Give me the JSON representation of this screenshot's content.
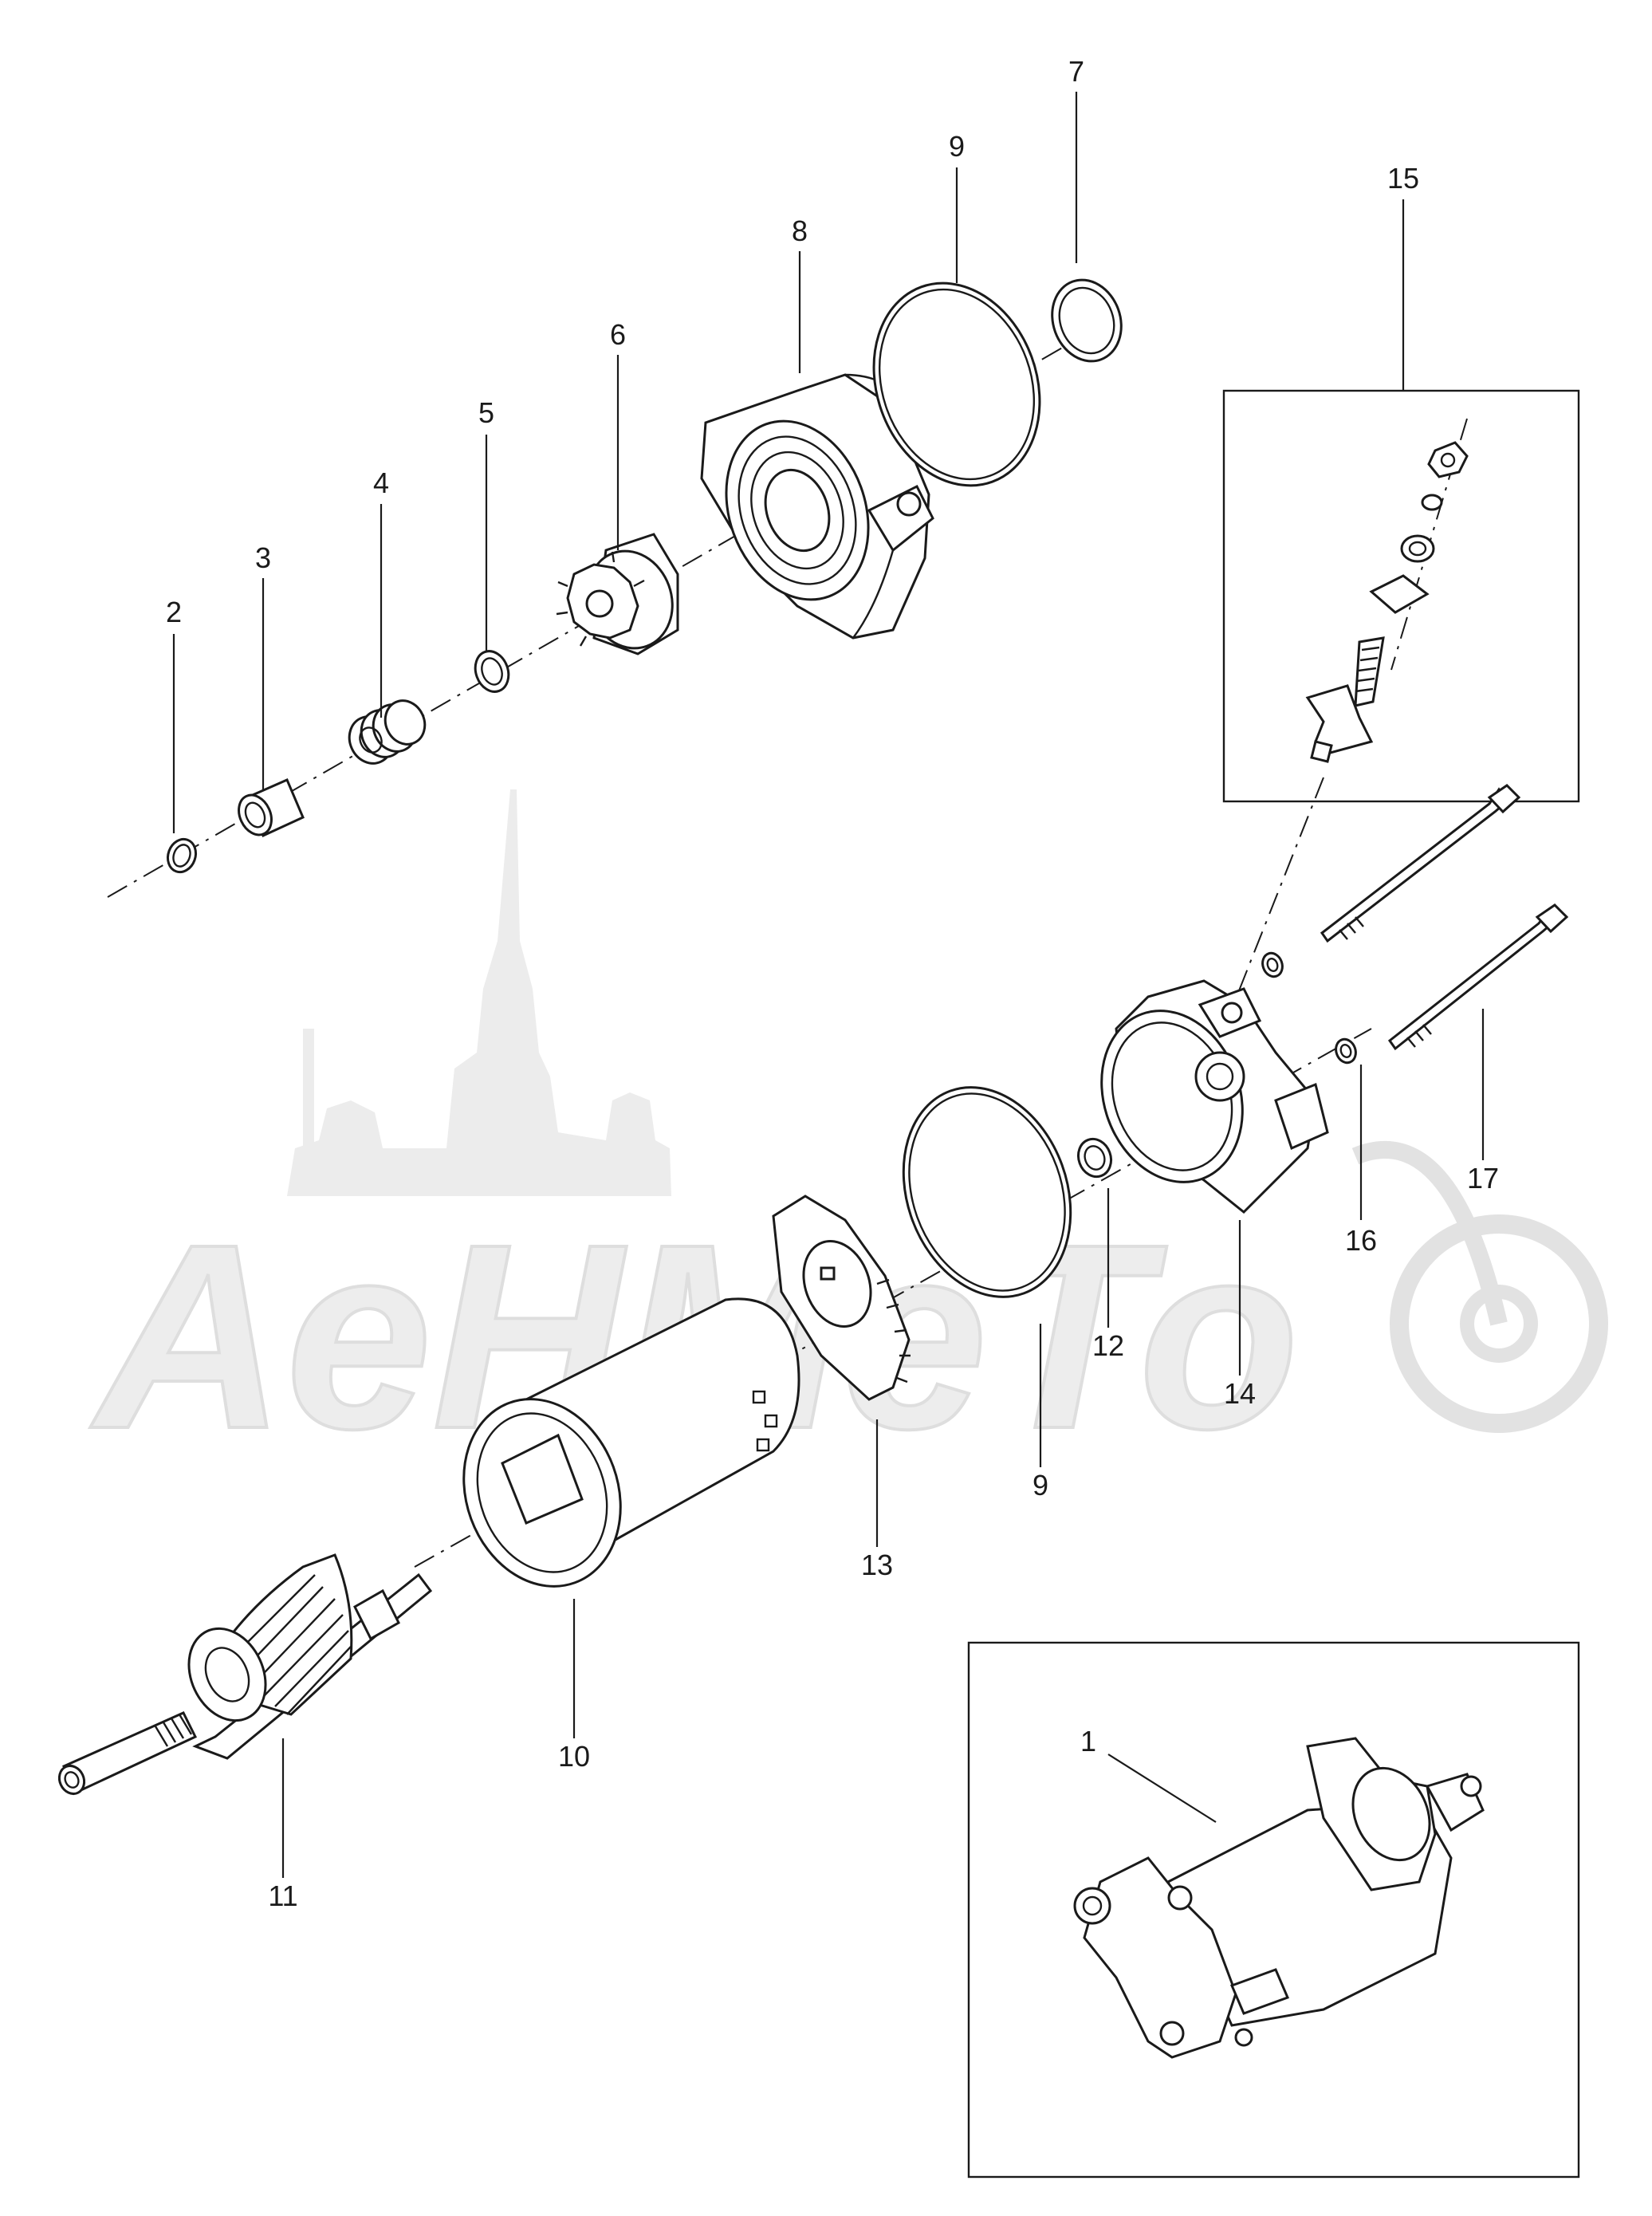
{
  "diagram": {
    "watermark": "AeHMeTo",
    "callouts": {
      "c1": "1",
      "c2": "2",
      "c3": "3",
      "c4": "4",
      "c5": "5",
      "c6": "6",
      "c7": "7",
      "c8": "8",
      "c9a": "9",
      "c9b": "9",
      "c10": "10",
      "c11": "11",
      "c12": "12",
      "c13": "13",
      "c14": "14",
      "c15": "15",
      "c16": "16",
      "c17": "17"
    }
  }
}
